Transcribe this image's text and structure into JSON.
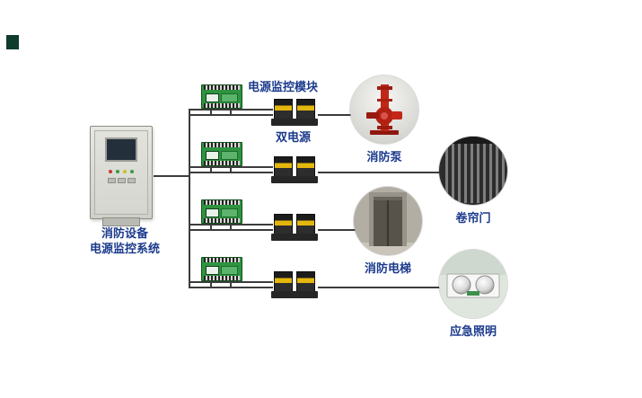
{
  "diagram": {
    "title": {
      "line1": "消防设备",
      "line2": "电源监控系统"
    },
    "labels": {
      "power_module": "电源监控模块",
      "dual_power": "双电源"
    },
    "branches": [
      {
        "equipment": "消防泵",
        "icon": "fire-pump-image"
      },
      {
        "equipment": "卷帘门",
        "icon": "rolling-door-image"
      },
      {
        "equipment": "消防电梯",
        "icon": "fire-elevator-image"
      },
      {
        "equipment": "应急照明",
        "icon": "emergency-light-image"
      }
    ],
    "colors": {
      "label_text": "#1b3a8c",
      "module_green": "#2f9440",
      "ats_dark": "#262626",
      "ats_yellow": "#e4b70c",
      "wire": "#3c3c3c",
      "corner_mark": "#103c2c",
      "background": "#ffffff"
    }
  }
}
